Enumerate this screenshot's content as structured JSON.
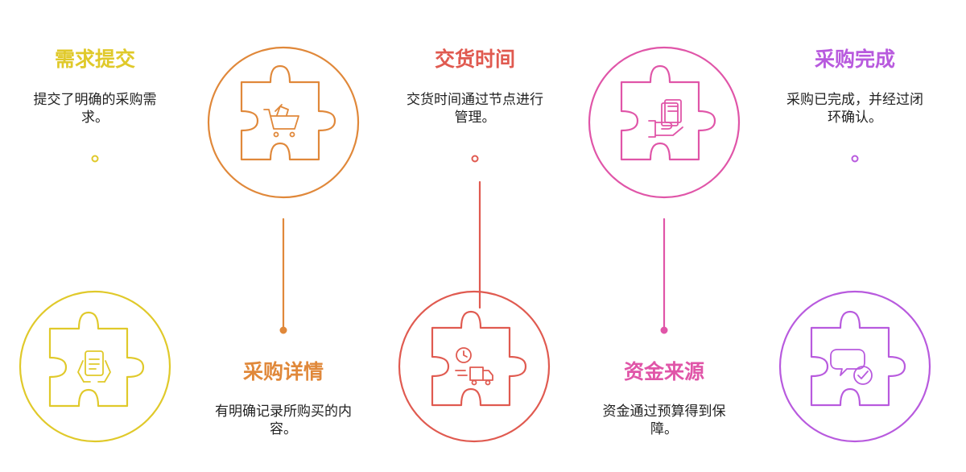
{
  "colors": {
    "step1": "#E0C92A",
    "step2": "#E0883A",
    "step3": "#E05A50",
    "step4": "#E055A8",
    "step5": "#B85ADE",
    "desc_text": "#222222"
  },
  "steps": [
    {
      "title": "需求提交",
      "desc_line1": "提交了明确的采购需",
      "desc_line2": "求。",
      "icon": "clipboard-hands-icon",
      "color": "#E0C92A"
    },
    {
      "title": "采购详情",
      "desc_line1": "有明确记录所购买的内",
      "desc_line2": "容。",
      "icon": "shopping-cart-icon",
      "color": "#E0883A"
    },
    {
      "title": "交货时间",
      "desc_line1": "交货时间通过节点进行",
      "desc_line2": "管理。",
      "icon": "clock-truck-icon",
      "color": "#E05A50"
    },
    {
      "title": "资金来源",
      "desc_line1": "资金通过预算得到保",
      "desc_line2": "障。",
      "icon": "money-hand-icon",
      "color": "#E055A8"
    },
    {
      "title": "采购完成",
      "desc_line1": "采购已完成，并经过闭",
      "desc_line2": "环确认。",
      "icon": "chat-check-icon",
      "color": "#B85ADE"
    }
  ]
}
